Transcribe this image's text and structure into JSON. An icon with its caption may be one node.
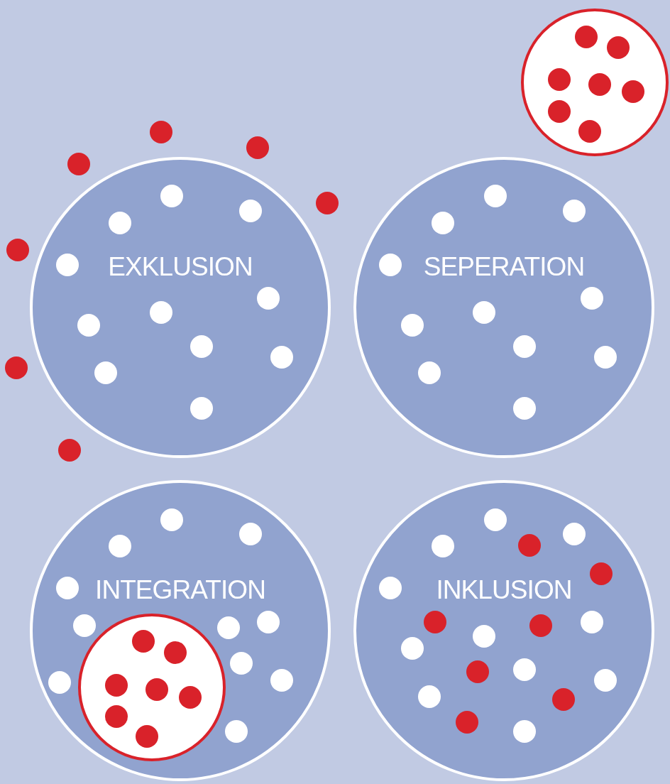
{
  "diagram": {
    "nodes": [
      {
        "text": [],
        "shape": "circle"
      },
      {
        "text": [
          "EXKLUSION"
        ]
      },
      {
        "text": [
          "SEPERATION"
        ]
      },
      {
        "text": [
          "INTEGRATION"
        ]
      },
      {
        "text": [],
        "shape": "circle",
        "in": 3
      },
      {
        "text": [
          "INKLUSION"
        ]
      }
    ]
  }
}
